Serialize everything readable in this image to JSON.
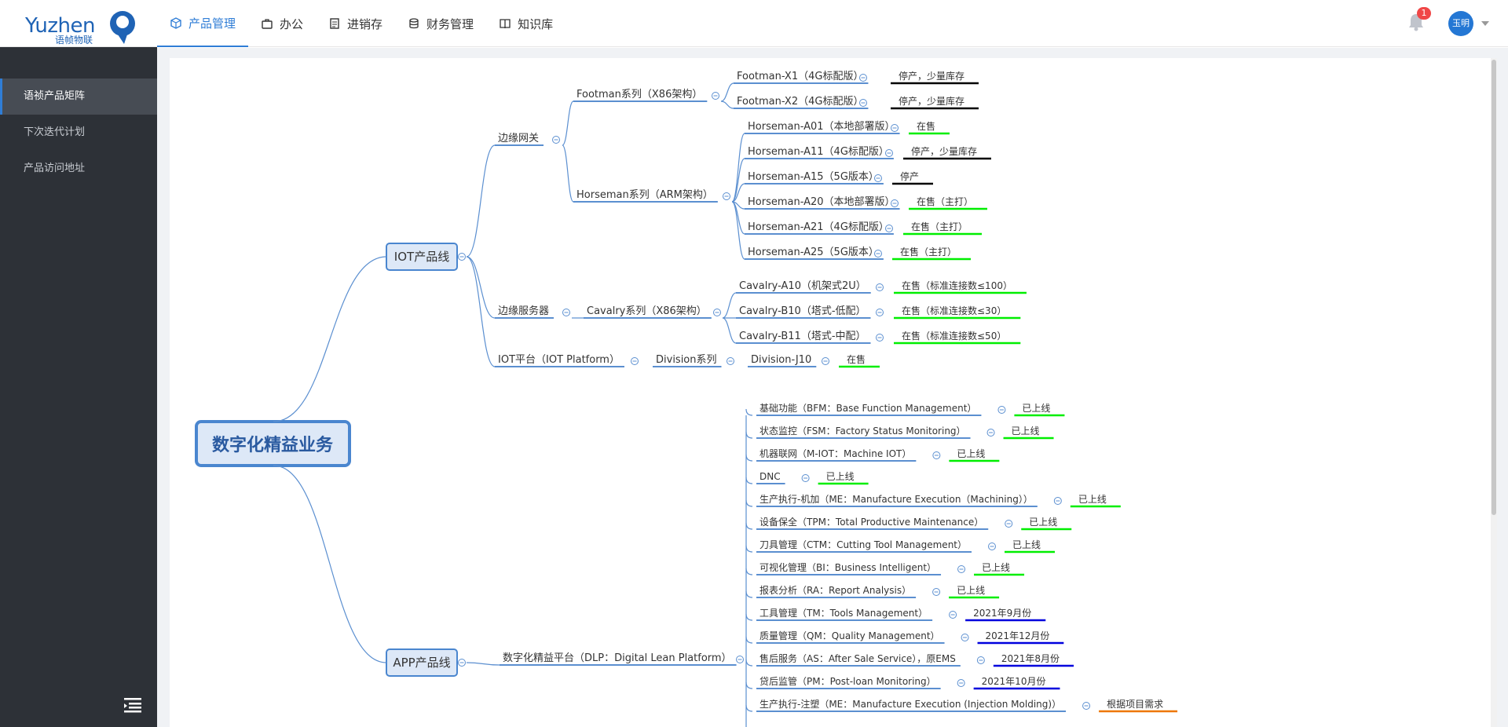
{
  "brand": {
    "name": "Yuzhen",
    "subtitle": "语帧物联"
  },
  "nav": [
    {
      "label": "产品管理",
      "icon": "package-icon",
      "active": true
    },
    {
      "label": "办公",
      "icon": "briefcase-icon"
    },
    {
      "label": "进销存",
      "icon": "document-icon"
    },
    {
      "label": "财务管理",
      "icon": "database-icon"
    },
    {
      "label": "知识库",
      "icon": "book-icon"
    }
  ],
  "header": {
    "notification_count": "1",
    "user_name": "玉明"
  },
  "sidebar": {
    "items": [
      {
        "label": "语祯产品矩阵",
        "active": true
      },
      {
        "label": "下次迭代计划"
      },
      {
        "label": "产品访问地址"
      }
    ]
  },
  "colors": {
    "accent": "#2f7dd6",
    "sidebar_bg": "#2d3137",
    "edge": "#5b8fd0",
    "on_sale": "#00ee00",
    "stopped": "#000000",
    "planned": "#0000dd",
    "project": "#ee7700"
  },
  "mindmap": {
    "root": "数字化精益业务",
    "iot": {
      "label": "IOT产品线",
      "edge_gateway": {
        "label": "边缘网关",
        "footman": {
          "label": "Footman系列（X86架构）",
          "products": [
            {
              "name": "Footman-X1（4G标配版）",
              "status": "停产，少量库存",
              "kind": "stopped"
            },
            {
              "name": "Footman-X2（4G标配版）",
              "status": "停产，少量库存",
              "kind": "stopped"
            }
          ]
        },
        "horseman": {
          "label": "Horseman系列（ARM架构）",
          "products": [
            {
              "name": "Horseman-A01（本地部署版）",
              "status": "在售",
              "kind": "on_sale"
            },
            {
              "name": "Horseman-A11（4G标配版）",
              "status": "停产，少量库存",
              "kind": "stopped"
            },
            {
              "name": "Horseman-A15（5G版本）",
              "status": "停产",
              "kind": "stopped"
            },
            {
              "name": "Horseman-A20（本地部署版）",
              "status": "在售（主打）",
              "kind": "on_sale"
            },
            {
              "name": "Horseman-A21（4G标配版）",
              "status": "在售（主打）",
              "kind": "on_sale"
            },
            {
              "name": "Horseman-A25（5G版本）",
              "status": "在售（主打）",
              "kind": "on_sale"
            }
          ]
        }
      },
      "edge_server": {
        "label": "边缘服务器",
        "cavalry": {
          "label": "Cavalry系列（X86架构）",
          "products": [
            {
              "name": "Cavalry-A10（机架式2U）",
              "status": "在售（标准连接数≤100）",
              "kind": "on_sale"
            },
            {
              "name": "Cavalry-B10（塔式-低配）",
              "status": "在售（标准连接数≤30）",
              "kind": "on_sale"
            },
            {
              "name": "Cavalry-B11（塔式-中配）",
              "status": "在售（标准连接数≤50）",
              "kind": "on_sale"
            }
          ]
        }
      },
      "platform": {
        "label": "IOT平台（IOT Platform）",
        "series": "Division系列",
        "product": "Division-J10",
        "status": "在售",
        "kind": "on_sale"
      }
    },
    "app": {
      "label": "APP产品线",
      "platform": "数字化精益平台（DLP：Digital Lean Platform）",
      "modules": [
        {
          "name": "基础功能（BFM：Base Function Management）",
          "status": "已上线",
          "kind": "on_sale"
        },
        {
          "name": "状态监控（FSM：Factory Status Monitoring）",
          "status": "已上线",
          "kind": "on_sale"
        },
        {
          "name": "机器联网（M-IOT：Machine IOT）",
          "status": "已上线",
          "kind": "on_sale"
        },
        {
          "name": "DNC",
          "status": "已上线",
          "kind": "on_sale"
        },
        {
          "name": "生产执行-机加（ME：Manufacture Execution（Machining））",
          "status": "已上线",
          "kind": "on_sale"
        },
        {
          "name": "设备保全（TPM：Total Productive Maintenance）",
          "status": "已上线",
          "kind": "on_sale"
        },
        {
          "name": "刀具管理（CTM：Cutting Tool Management）",
          "status": "已上线",
          "kind": "on_sale"
        },
        {
          "name": "可视化管理（BI：Business Intelligent）",
          "status": "已上线",
          "kind": "on_sale"
        },
        {
          "name": "报表分析（RA：Report Analysis）",
          "status": "已上线",
          "kind": "on_sale"
        },
        {
          "name": "工具管理（TM：Tools Management）",
          "status": "2021年9月份",
          "kind": "planned"
        },
        {
          "name": "质量管理（QM：Quality Management）",
          "status": "2021年12月份",
          "kind": "planned"
        },
        {
          "name": "售后服务（AS：After Sale Service），原EMS",
          "status": "2021年8月份",
          "kind": "planned"
        },
        {
          "name": "贷后监管（PM：Post-loan Monitoring）",
          "status": "2021年10月份",
          "kind": "planned"
        },
        {
          "name": "生产执行-注塑（ME：Manufacture Execution (Injection Molding)）",
          "status": "根据项目需求",
          "kind": "project"
        }
      ]
    }
  }
}
